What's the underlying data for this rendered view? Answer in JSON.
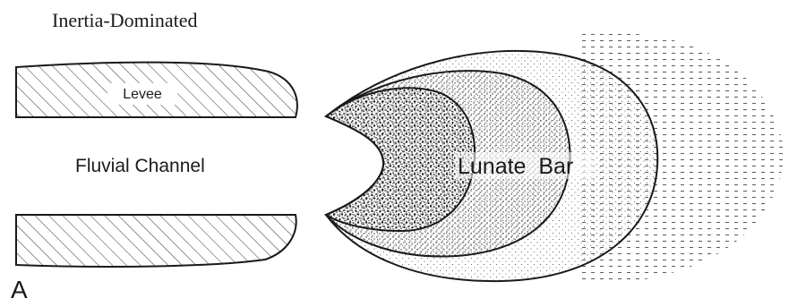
{
  "title": "Inertia-Dominated",
  "labels": {
    "levee": "Levee",
    "channel": "Fluvial Channel",
    "bar": "Lunate  Bar",
    "panel": "A"
  },
  "colors": {
    "ink": "#1a1a1a",
    "background": "#ffffff"
  }
}
